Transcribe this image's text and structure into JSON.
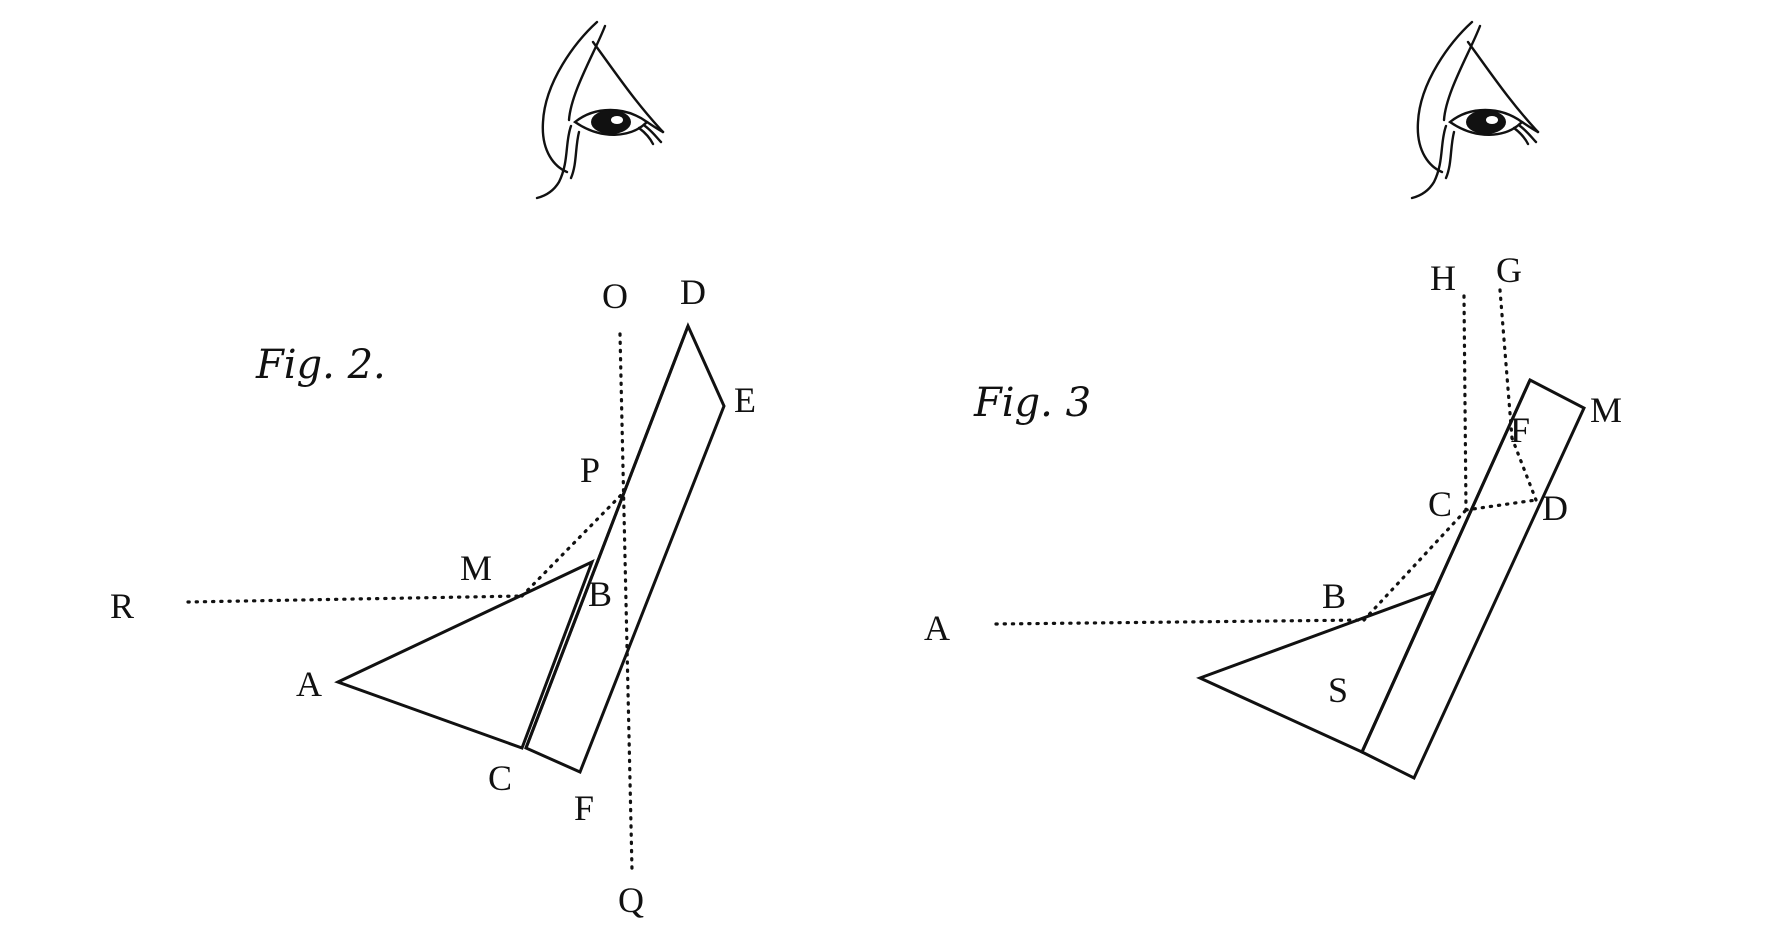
{
  "colors": {
    "ink": "#111111",
    "glass_fill": "#fce6e8",
    "background": "#ffffff"
  },
  "figure_2": {
    "caption": "Fig. 2.",
    "points": {
      "O": "O",
      "D": "D",
      "E": "E",
      "P": "P",
      "M": "M",
      "R": "R",
      "B": "B",
      "A": "A",
      "C": "C",
      "F": "F",
      "Q": "Q"
    },
    "eye": "eye-icon"
  },
  "figure_3": {
    "caption": "Fig. 3",
    "points": {
      "H": "H",
      "G": "G",
      "F": "F",
      "M": "M",
      "C": "C",
      "D": "D",
      "B": "B",
      "A": "A",
      "S": "S"
    },
    "eye": "eye-icon"
  }
}
